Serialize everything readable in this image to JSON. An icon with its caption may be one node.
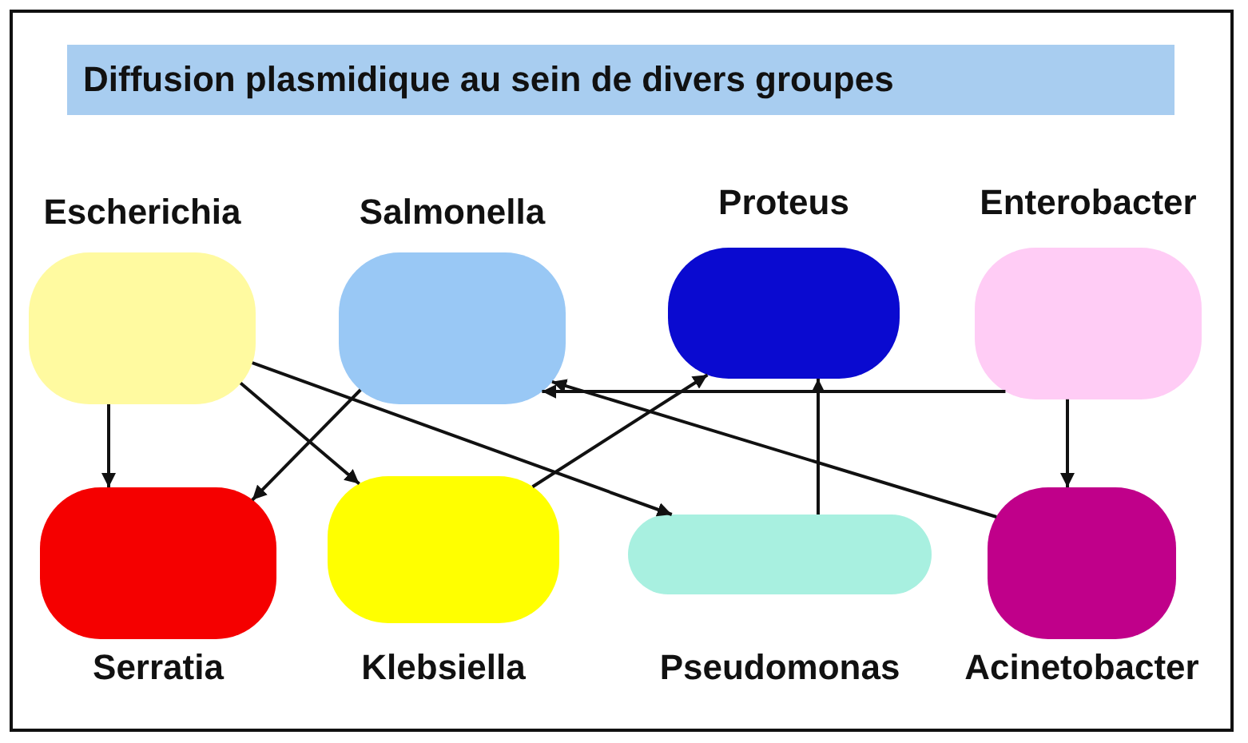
{
  "diagram": {
    "title": "Diffusion plasmidique au sein de divers groupes",
    "nodes": [
      {
        "text": [
          "Escherichia"
        ]
      },
      {
        "text": [
          "Salmonella"
        ]
      },
      {
        "text": [
          "Proteus"
        ]
      },
      {
        "text": [
          "Enterobacter"
        ]
      },
      {
        "text": [
          "Serratia"
        ]
      },
      {
        "text": [
          "Klebsiella"
        ]
      },
      {
        "text": [
          "Pseudomonas"
        ]
      },
      {
        "text": [
          "Acinetobacter"
        ]
      }
    ],
    "edges": [
      {
        "from": 0,
        "to": 4,
        "arrow": "to"
      },
      {
        "from": 0,
        "to": 5,
        "arrow": "to"
      },
      {
        "from": 0,
        "to": 6,
        "arrow": "to"
      },
      {
        "from": 1,
        "to": 4,
        "arrow": "to"
      },
      {
        "from": 5,
        "to": 2,
        "arrow": "to"
      },
      {
        "from": 6,
        "to": 2,
        "arrow": "to"
      },
      {
        "from": 3,
        "to": 1,
        "arrow": "to"
      },
      {
        "from": 3,
        "to": 7,
        "arrow": "to"
      },
      {
        "from": 7,
        "to": 1,
        "arrow": "to"
      }
    ]
  }
}
